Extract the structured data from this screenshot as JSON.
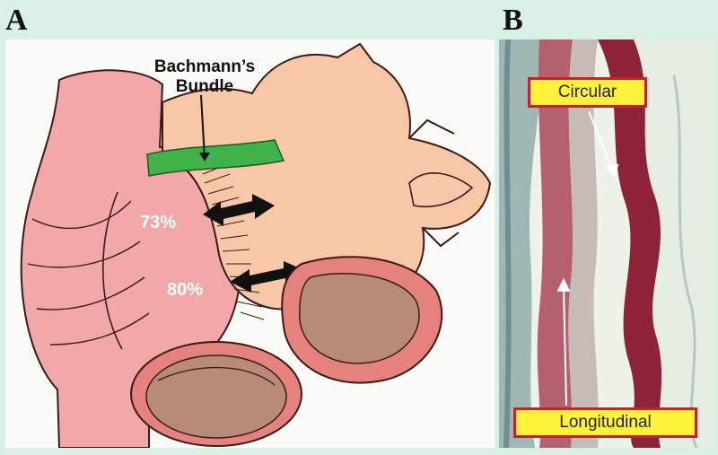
{
  "panels": {
    "a": {
      "letter": "A",
      "bundle_label_line1": "Bachmann’s",
      "bundle_label_line2": "Bundle",
      "pct_upper": "73%",
      "pct_lower": "80%"
    },
    "b": {
      "letter": "B",
      "label_top": "Circular",
      "label_bottom": "Longitudinal"
    }
  },
  "colors": {
    "atrium_right": "#f2a7a8",
    "atrium_left": "#f8c7a7",
    "bundle": "#3fb34a",
    "outline": "#3a1a1a",
    "label_fill": "#fff23a",
    "label_border": "#c8202c",
    "muscle": "#9a2a3e"
  }
}
